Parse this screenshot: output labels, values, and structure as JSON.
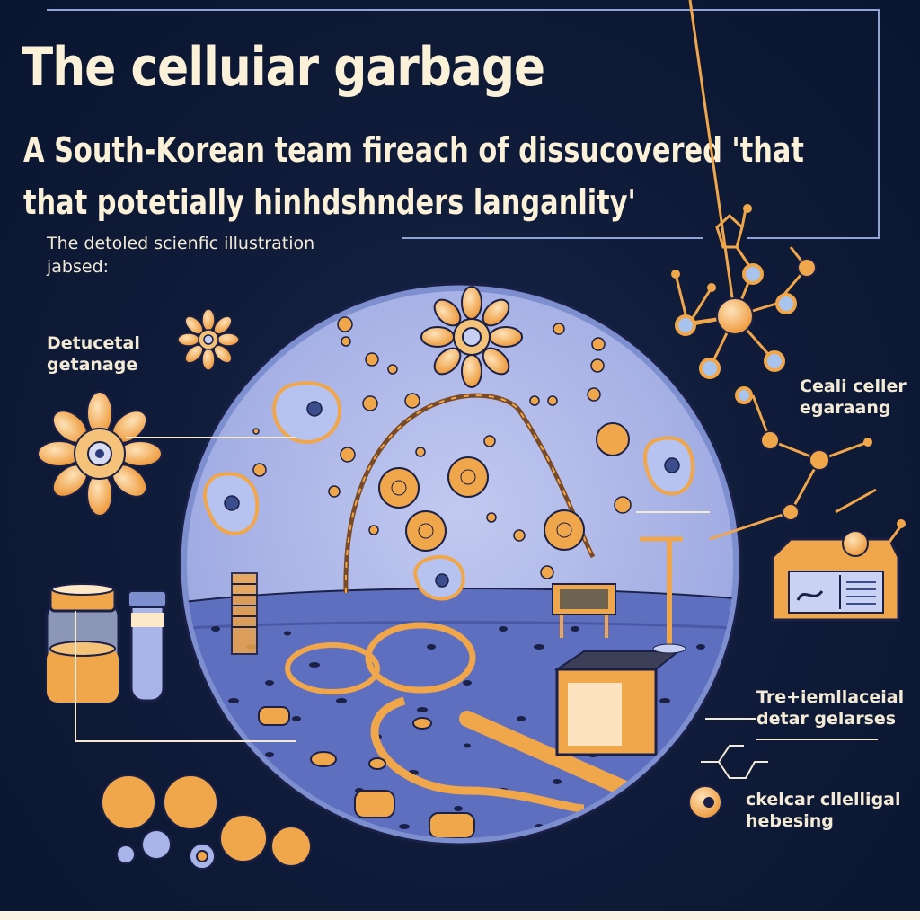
{
  "header": {
    "title": "The celluiar garbage",
    "subtitle_lines": [
      "A South-Korean  team  fireach  of  dissucovered 'that",
      "that potetially hinhdshnders langanlity'"
    ]
  },
  "intro": {
    "lines": [
      "The detoled scienfic illustration",
      "jabsed:"
    ]
  },
  "labels": {
    "left_top": [
      "Detucetal",
      "getanage"
    ],
    "right_top": [
      "Ceali celler",
      "egaraang"
    ],
    "right_middle": [
      "Tre+iemllaceial",
      "detar gelarses"
    ],
    "right_bottom": [
      "ckelcar cllelligal",
      "hebesing"
    ]
  },
  "colors": {
    "background": "#0d1a33",
    "frame_line": "#8fa3d6",
    "text": "#fbf1d9",
    "accent_orange": "#f0a64a",
    "circle_fill": "#a9b4e8",
    "ground": "#5f6fbf"
  }
}
